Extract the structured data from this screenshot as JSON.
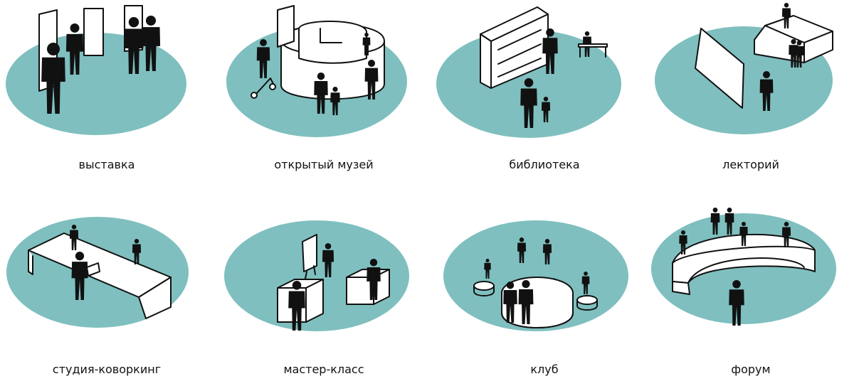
{
  "accent_color": "#7fbfbf",
  "items": [
    {
      "label": "выставка"
    },
    {
      "label": "открытый музей"
    },
    {
      "label": "библиотека"
    },
    {
      "label": "лекторий"
    },
    {
      "label": "студия-коворкинг"
    },
    {
      "label": "мастер-класс"
    },
    {
      "label": "клуб"
    },
    {
      "label": "форум"
    }
  ]
}
